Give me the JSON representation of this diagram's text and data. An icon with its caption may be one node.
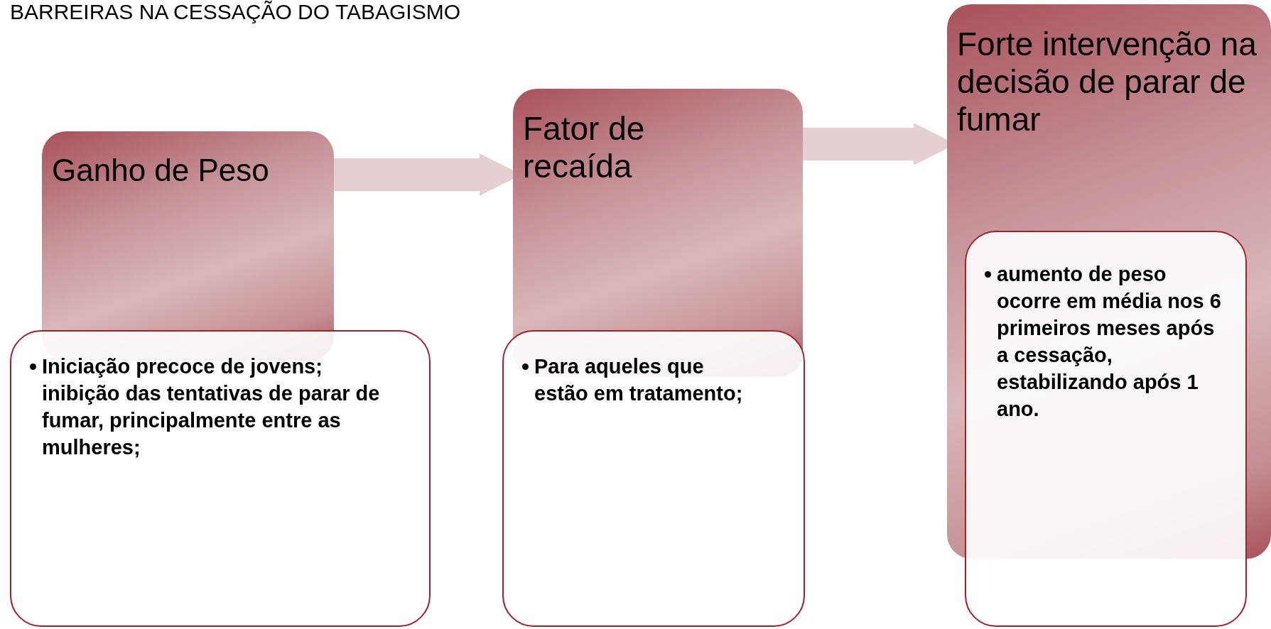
{
  "diagram": {
    "title": "BARREIRAS NA CESSAÇÃO DO TABAGISMO",
    "nodes": [
      {
        "text": [
          "Ganho de Peso"
        ]
      },
      {
        "text": [
          "Iniciação precoce de jovens; inibição das tentativas de parar de fumar, principalmente entre as mulheres;"
        ]
      },
      {
        "text": [
          "Fator de recaída"
        ]
      },
      {
        "text": [
          "Para aqueles que estão em tratamento;"
        ]
      },
      {
        "text": [
          "Forte intervenção na decisão de parar de fumar"
        ]
      },
      {
        "text": [
          "aumento de peso ocorre em média nos 6 primeiros meses após a cessação, estabilizando após 1 ano."
        ]
      }
    ],
    "edges": [
      {
        "from": 0,
        "to": 2,
        "arrow": "to"
      },
      {
        "from": 2,
        "to": 4,
        "arrow": "to"
      }
    ]
  }
}
